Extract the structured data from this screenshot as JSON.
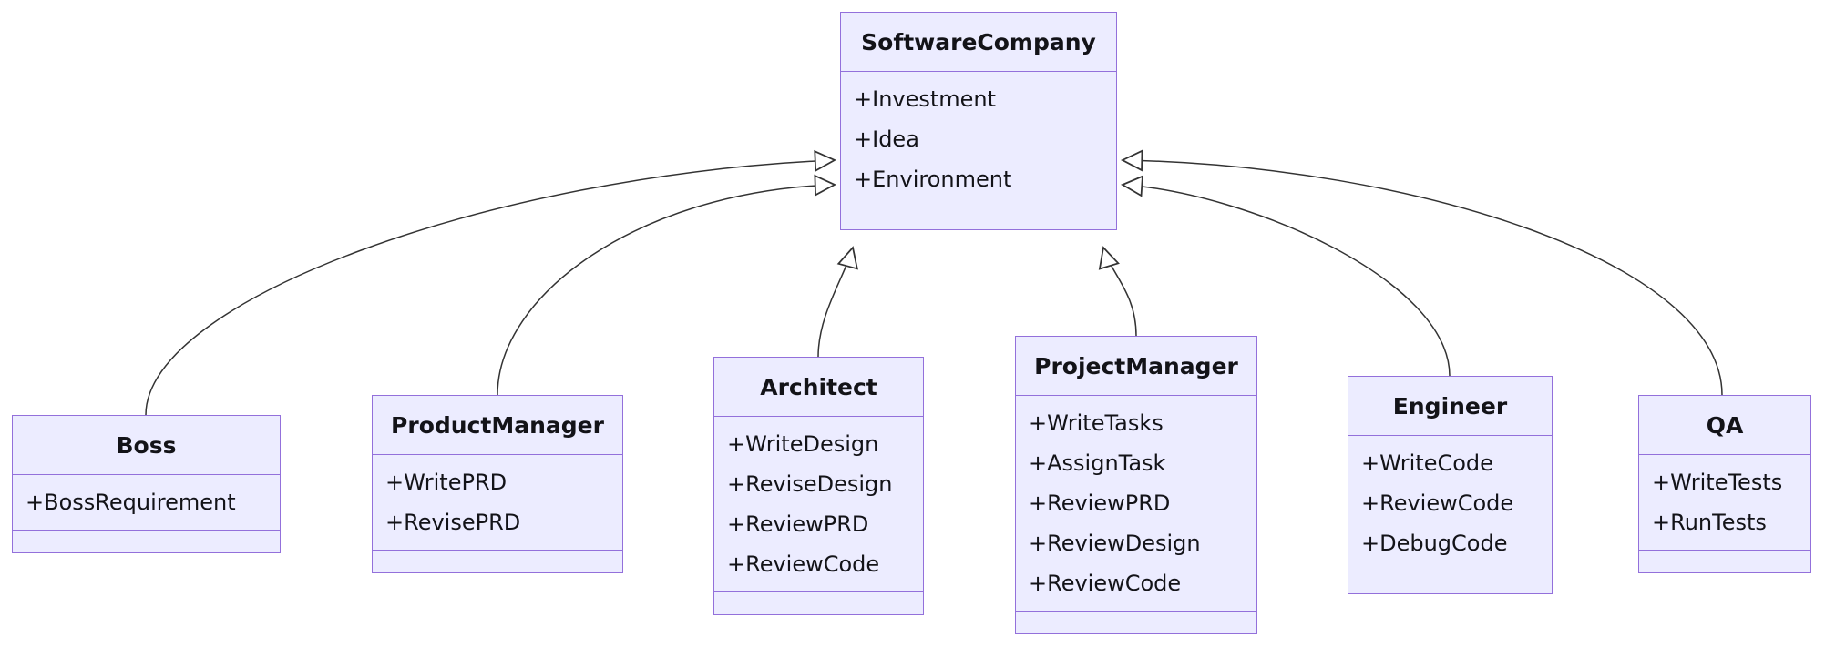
{
  "diagram": {
    "type": "class_diagram",
    "colors": {
      "node_fill": "#ECECFF",
      "node_border": "#9370DB",
      "edge": "#333333",
      "text": "#131318",
      "bg": "#ffffff"
    },
    "classes": [
      {
        "name": "SoftwareCompany",
        "attributes": [
          "+Investment",
          "+Idea",
          "+Environment"
        ],
        "methods": []
      },
      {
        "name": "Boss",
        "attributes": [
          "+BossRequirement"
        ],
        "methods": []
      },
      {
        "name": "ProductManager",
        "attributes": [
          "+WritePRD",
          "+RevisePRD"
        ],
        "methods": []
      },
      {
        "name": "Architect",
        "attributes": [
          "+WriteDesign",
          "+ReviseDesign",
          "+ReviewPRD",
          "+ReviewCode"
        ],
        "methods": []
      },
      {
        "name": "ProjectManager",
        "attributes": [
          "+WriteTasks",
          "+AssignTask",
          "+ReviewPRD",
          "+ReviewDesign",
          "+ReviewCode"
        ],
        "methods": []
      },
      {
        "name": "Engineer",
        "attributes": [
          "+WriteCode",
          "+ReviewCode",
          "+DebugCode"
        ],
        "methods": []
      },
      {
        "name": "QA",
        "attributes": [
          "+WriteTests",
          "+RunTests"
        ],
        "methods": []
      }
    ],
    "relationships": [
      {
        "from": "Boss",
        "to": "SoftwareCompany",
        "type": "inheritance",
        "arrow": "hollow-triangle"
      },
      {
        "from": "ProductManager",
        "to": "SoftwareCompany",
        "type": "inheritance",
        "arrow": "hollow-triangle"
      },
      {
        "from": "Architect",
        "to": "SoftwareCompany",
        "type": "inheritance",
        "arrow": "hollow-triangle"
      },
      {
        "from": "ProjectManager",
        "to": "SoftwareCompany",
        "type": "inheritance",
        "arrow": "hollow-triangle"
      },
      {
        "from": "Engineer",
        "to": "SoftwareCompany",
        "type": "inheritance",
        "arrow": "hollow-triangle"
      },
      {
        "from": "QA",
        "to": "SoftwareCompany",
        "type": "inheritance",
        "arrow": "hollow-triangle"
      }
    ]
  }
}
